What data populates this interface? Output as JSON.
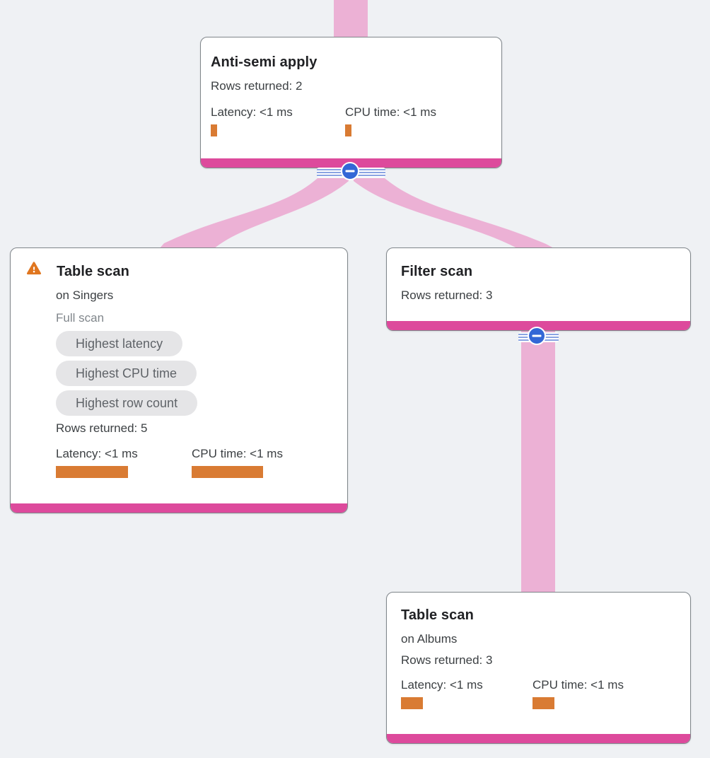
{
  "colors": {
    "background": "#eff1f4",
    "flow": "#ecb1d5",
    "node_footer": "#dd4a9c",
    "metric_bar": "#d97b33",
    "collapse_button_blue": "#3367d6",
    "collapse_stripe_blue": "#8aa4e2",
    "warning_orange": "#e0761f",
    "badge_bg": "#e5e5e7",
    "badge_text": "#5f6368",
    "card_border": "#80868b",
    "title_text": "#202124",
    "body_text": "#3c4043",
    "muted_text": "#80868b"
  },
  "icons": {
    "warning": "warning-triangle",
    "collapse": "minus-circle"
  },
  "nodes": {
    "anti_semi": {
      "title": "Anti-semi apply",
      "rows": "Rows returned: 2",
      "latency": {
        "label": "Latency: <1 ms",
        "bar_style": "width:9px"
      },
      "cpu": {
        "label": "CPU time: <1 ms",
        "bar_style": "width:9px"
      }
    },
    "table_scan_singers": {
      "title": "Table scan",
      "subtitle": "on Singers",
      "scan_type": "Full scan",
      "badges": [
        "Highest latency",
        "Highest CPU time",
        "Highest row count"
      ],
      "rows": "Rows returned: 5",
      "latency": {
        "label": "Latency: <1 ms",
        "bar_style": "width:102px"
      },
      "cpu": {
        "label": "CPU time: <1 ms",
        "bar_style": "width:101px"
      }
    },
    "filter_scan": {
      "title": "Filter scan",
      "rows": "Rows returned: 3"
    },
    "table_scan_albums": {
      "title": "Table scan",
      "subtitle": "on Albums",
      "rows": "Rows returned: 3",
      "latency": {
        "label": "Latency: <1 ms",
        "bar_style": "width:31px"
      },
      "cpu": {
        "label": "CPU time: <1 ms",
        "bar_style": "width:31px"
      }
    }
  }
}
